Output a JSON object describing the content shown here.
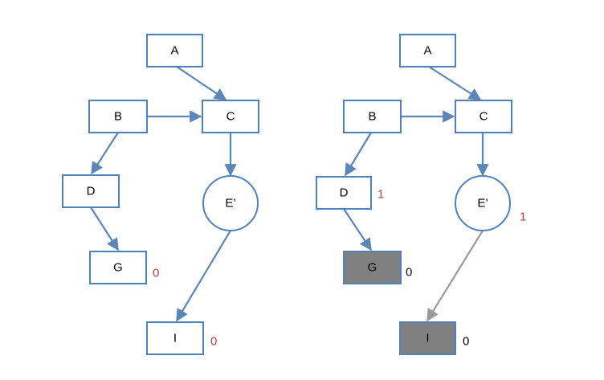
{
  "colors": {
    "node_stroke": "#4f81bd",
    "edge": "#5b86b8",
    "edge_muted": "#9a9a9a",
    "filled_node": "#808080",
    "annotation_red": "#a9443d",
    "annotation_black": "#000000"
  },
  "diagrams": [
    {
      "nodes": [
        {
          "id": "A",
          "label": "A",
          "shape": "rect"
        },
        {
          "id": "B",
          "label": "B",
          "shape": "rect"
        },
        {
          "id": "C",
          "label": "C",
          "shape": "rect"
        },
        {
          "id": "D",
          "label": "D",
          "shape": "rect"
        },
        {
          "id": "E",
          "label": "E’",
          "shape": "circle"
        },
        {
          "id": "G",
          "label": "G",
          "shape": "rect",
          "annotation": "0",
          "annotation_color": "red"
        },
        {
          "id": "I",
          "label": "I",
          "shape": "rect",
          "annotation": "0",
          "annotation_color": "red"
        }
      ],
      "edges": [
        {
          "from": "A",
          "to": "C"
        },
        {
          "from": "B",
          "to": "C"
        },
        {
          "from": "B",
          "to": "D"
        },
        {
          "from": "C",
          "to": "E"
        },
        {
          "from": "D",
          "to": "G"
        },
        {
          "from": "E",
          "to": "I"
        }
      ]
    },
    {
      "nodes": [
        {
          "id": "A",
          "label": "A",
          "shape": "rect"
        },
        {
          "id": "B",
          "label": "B",
          "shape": "rect"
        },
        {
          "id": "C",
          "label": "C",
          "shape": "rect"
        },
        {
          "id": "D",
          "label": "D",
          "shape": "rect",
          "annotation": "1",
          "annotation_color": "red"
        },
        {
          "id": "E",
          "label": "E’",
          "shape": "circle",
          "annotation": "1",
          "annotation_color": "red"
        },
        {
          "id": "G",
          "label": "G",
          "shape": "rect",
          "filled": true,
          "annotation": "0",
          "annotation_color": "black"
        },
        {
          "id": "I",
          "label": "I",
          "shape": "rect",
          "filled": true,
          "annotation": "0",
          "annotation_color": "black"
        }
      ],
      "edges": [
        {
          "from": "A",
          "to": "C"
        },
        {
          "from": "B",
          "to": "C"
        },
        {
          "from": "B",
          "to": "D"
        },
        {
          "from": "C",
          "to": "E"
        },
        {
          "from": "D",
          "to": "G"
        },
        {
          "from": "E",
          "to": "I",
          "muted": true
        }
      ]
    }
  ]
}
